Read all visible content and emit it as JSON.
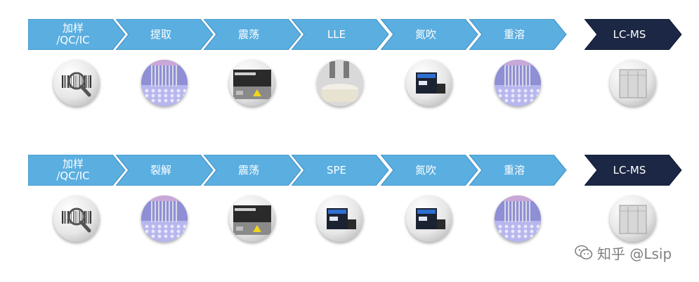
{
  "colors": {
    "chevron_light": "#5aaee0",
    "chevron_light_edge": "#3d8fc4",
    "chevron_dark": "#1b2744",
    "chevron_dark_edge": "#0f1830"
  },
  "rows": [
    {
      "steps": [
        {
          "label": "加样\n/QC/IC",
          "style": "light",
          "icon": "barcode-magnifier-icon"
        },
        {
          "label": "提取",
          "style": "light",
          "icon": "pipette-plate-icon"
        },
        {
          "label": "震荡",
          "style": "light",
          "icon": "shaker-device-icon"
        },
        {
          "label": "LLE",
          "style": "light",
          "icon": "lle-instrument-icon"
        },
        {
          "label": "氮吹",
          "style": "light",
          "icon": "mpe-device-icon"
        },
        {
          "label": "重溶",
          "style": "light",
          "icon": "pipette-plate-icon"
        },
        {
          "label": "LC-MS",
          "style": "dark",
          "icon": "lc-ms-instrument-icon"
        }
      ]
    },
    {
      "steps": [
        {
          "label": "加样\n/QC/IC",
          "style": "light",
          "icon": "barcode-magnifier-icon"
        },
        {
          "label": "裂解",
          "style": "light",
          "icon": "pipette-plate-icon"
        },
        {
          "label": "震荡",
          "style": "light",
          "icon": "shaker-device-icon"
        },
        {
          "label": "SPE",
          "style": "light",
          "icon": "mpe-device-icon"
        },
        {
          "label": "氮吹",
          "style": "light",
          "icon": "mpe-device-icon"
        },
        {
          "label": "重溶",
          "style": "light",
          "icon": "pipette-plate-icon"
        },
        {
          "label": "LC-MS",
          "style": "dark",
          "icon": "lc-ms-instrument-icon"
        }
      ]
    }
  ],
  "watermark": {
    "text": "知乎 @Lsip",
    "icon": "wechat-icon"
  }
}
